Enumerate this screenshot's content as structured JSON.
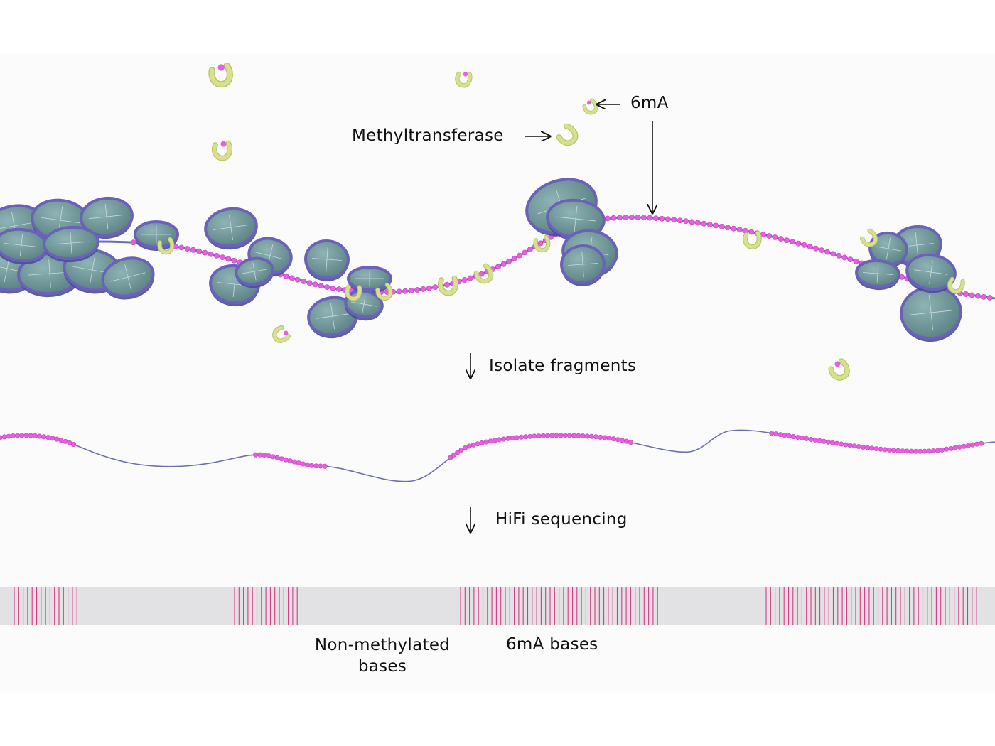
{
  "labels": {
    "six_ma_top": "6mA",
    "methyltransferase": "Methyltransferase",
    "step1": "Isolate fragments",
    "step2": "HiFi sequencing",
    "non_methylated": "Non-methylated bases",
    "six_ma_bases": "6mA bases"
  },
  "colors": {
    "methyl_bead": "#e55fe0",
    "enzyme": "#d7e08c",
    "histone_core": "#6f9a9c",
    "histone_rim": "#6a62b8",
    "dna_line": "#6b6fb0",
    "track_bg": "#e2e2e4",
    "track_tick": "#d63a86"
  },
  "sequencing_track": {
    "methylated_regions": [
      "region-1",
      "region-2",
      "region-3",
      "region-4"
    ]
  }
}
